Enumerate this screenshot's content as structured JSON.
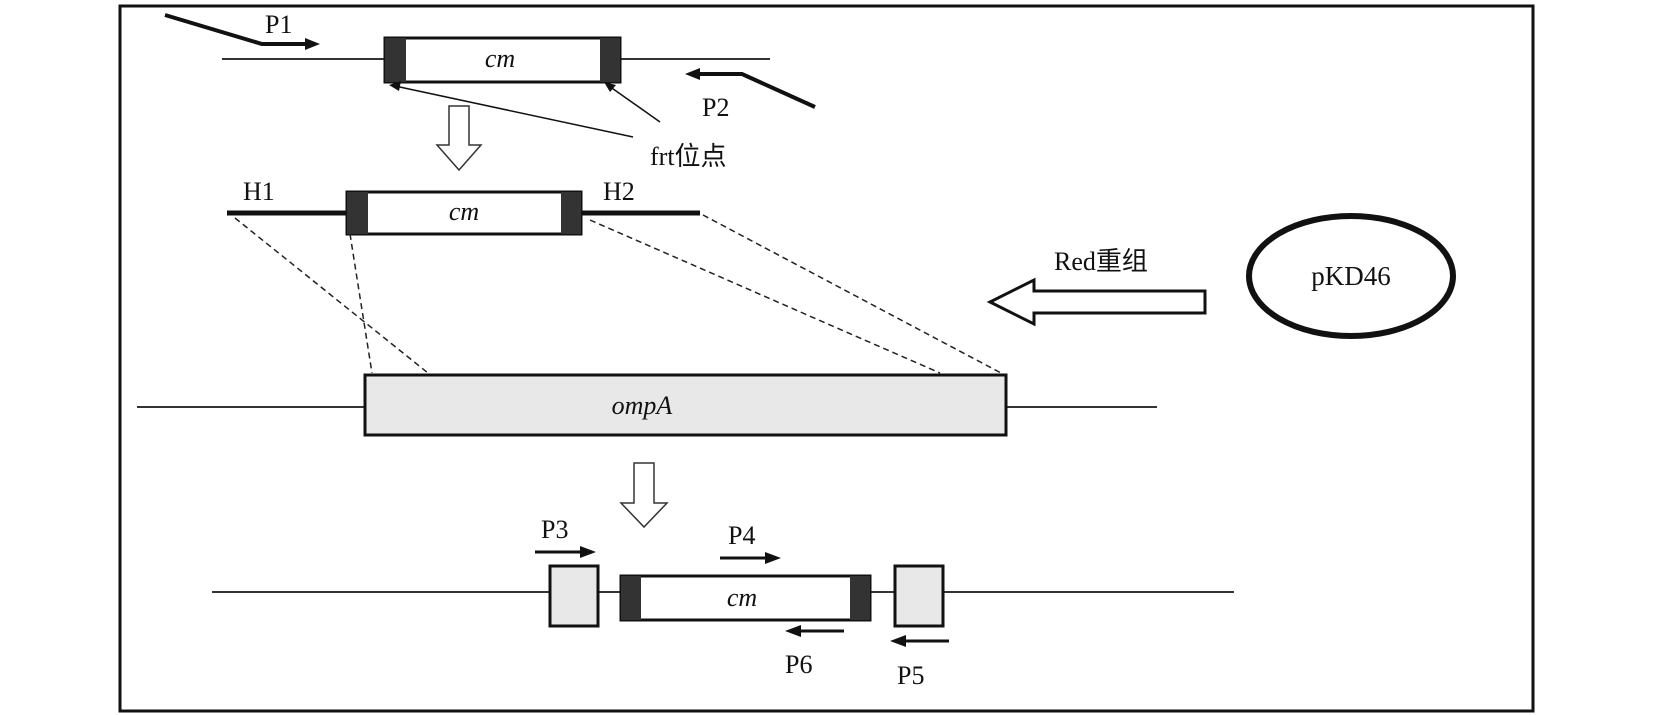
{
  "labels": {
    "p1": "P1",
    "p2": "P2",
    "p3": "P3",
    "p4": "P4",
    "p5": "P5",
    "p6": "P6",
    "h1": "H1",
    "h2": "H2",
    "frt": "frt位点",
    "red": "Red重组",
    "pkd46": "pKD46"
  },
  "genes": {
    "cm_top": "cm",
    "cm_mid": "cm",
    "cm_bottom": "cm",
    "ompa": "ompA"
  },
  "colors": {
    "stroke": "#111111",
    "gene_fill": "#e8e8e8",
    "cassette_fill": "#ffffff",
    "frt_block": "#333333"
  }
}
